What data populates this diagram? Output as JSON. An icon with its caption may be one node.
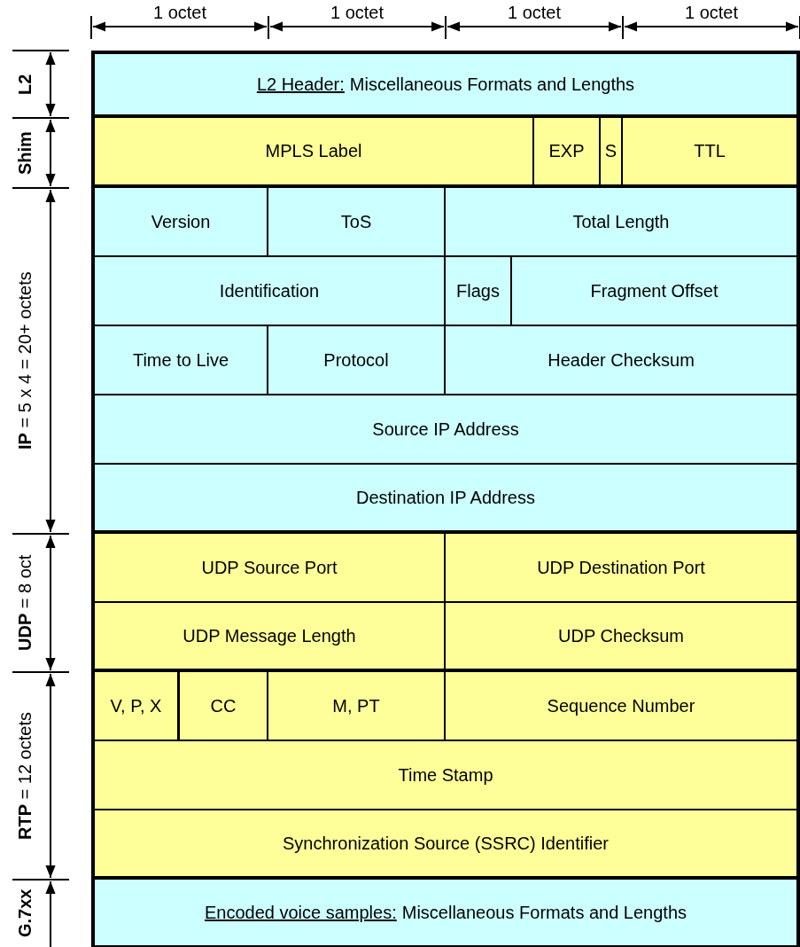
{
  "diagram": {
    "nodes": [
      {
        "text": [
          "L2 Header:",
          "Miscellaneous Formats and Lengths"
        ]
      },
      {
        "text": [
          "MPLS Label"
        ]
      },
      {
        "text": [
          "EXP"
        ]
      },
      {
        "text": [
          "S"
        ]
      },
      {
        "text": [
          "TTL"
        ]
      },
      {
        "text": [
          "Version"
        ]
      },
      {
        "text": [
          "ToS"
        ]
      },
      {
        "text": [
          "Total Length"
        ]
      },
      {
        "text": [
          "Identification"
        ]
      },
      {
        "text": [
          "Flags"
        ]
      },
      {
        "text": [
          "Fragment Offset"
        ]
      },
      {
        "text": [
          "Time to Live"
        ]
      },
      {
        "text": [
          "Protocol"
        ]
      },
      {
        "text": [
          "Header Checksum"
        ]
      },
      {
        "text": [
          "Source IP Address"
        ]
      },
      {
        "text": [
          "Destination IP Address"
        ]
      },
      {
        "text": [
          "UDP Source Port"
        ]
      },
      {
        "text": [
          "UDP Destination Port"
        ]
      },
      {
        "text": [
          "UDP Message Length"
        ]
      },
      {
        "text": [
          "UDP Checksum"
        ]
      },
      {
        "text": [
          "V, P, X"
        ]
      },
      {
        "text": [
          "CC"
        ]
      },
      {
        "text": [
          "M, PT"
        ]
      },
      {
        "text": [
          "Sequence Number"
        ]
      },
      {
        "text": [
          "Time Stamp"
        ]
      },
      {
        "text": [
          "Synchronization Source (SSRC) Identifier"
        ]
      },
      {
        "text": [
          "Encoded voice samples:",
          "Miscellaneous Formats and Lengths"
        ]
      }
    ],
    "edges": [],
    "labels": [
      "1 octet",
      "1 octet",
      "1 octet",
      "1 octet",
      "L2",
      "Shim",
      "**IP** = 5 x 4 = 20+ octets",
      "**UDP** = 8 oct",
      "**RTP** = 12 octets",
      "G.7xx"
    ]
  }
}
